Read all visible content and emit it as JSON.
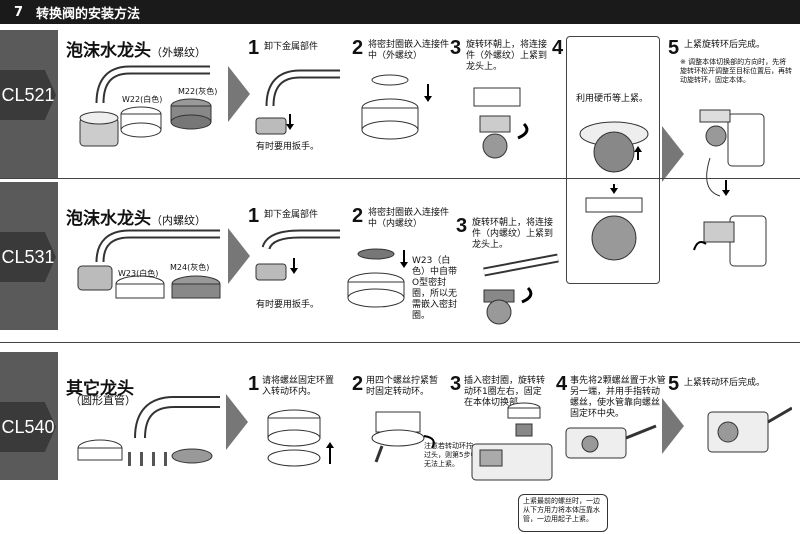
{
  "header": {
    "number": "7",
    "title": "转换阀的安装方法"
  },
  "sections": [
    {
      "code": "CL521",
      "title": "泡沫水龙头",
      "subtitle": "（外螺纹）",
      "labels": {
        "a": "W22(白色)",
        "b": "M22(灰色)"
      },
      "steps": [
        {
          "n": "1",
          "text": "卸下金属部件",
          "note": "有时要用扳手。"
        },
        {
          "n": "2",
          "text": "将密封圈嵌入连接件中（外螺纹）"
        },
        {
          "n": "3",
          "text": "旋转环朝上，将连接件（外螺纹）上紧到龙头上。"
        }
      ]
    },
    {
      "code": "CL531",
      "title": "泡沫水龙头",
      "subtitle": "（内螺纹）",
      "labels": {
        "a": "W23(白色)",
        "b": "M24(灰色)"
      },
      "steps": [
        {
          "n": "1",
          "text": "卸下金属部件",
          "note": "有时要用扳手。"
        },
        {
          "n": "2",
          "text": "将密封圈嵌入连接件中（内螺纹）",
          "note": "W23（白色）中自带O型密封圈，所以无需嵌入密封圈。"
        },
        {
          "n": "3",
          "text": "旋转环朝上，将连接件（内螺纹）上紧到龙头上。"
        }
      ]
    },
    {
      "code": "CL540",
      "title": "其它龙头",
      "subtitle": "（圆形直管）",
      "steps": [
        {
          "n": "1",
          "text": "请将螺丝固定环置入转动环内。"
        },
        {
          "n": "2",
          "text": "用四个螺丝拧紧暂时固定转动环。"
        },
        {
          "n": "3",
          "text": "插入密封圈，旋转转动环1圈左右，固定在本体切换部。",
          "note": "注意若转动环拧过头，则第5步中无法上紧。"
        },
        {
          "n": "4",
          "text": "事先将2颗螺丝置于水管另一端，并用手指转动螺丝，使水管靠向螺丝固定环中央。"
        },
        {
          "n": "5",
          "text": "上紧转动环后完成。"
        }
      ],
      "callout": "上紧最前的螺丝时，一边从下方用力将本体压靠水管，一边用起子上紧。"
    }
  ],
  "step4": {
    "n": "4",
    "text": "利用硬币等上紧。"
  },
  "step5": {
    "n": "5",
    "text": "上紧旋转环后完成。",
    "note": "※ 调整本体切换部的方向时，先将旋转环松开调整至目标位置后，再转动旋转环，固定本体。"
  }
}
